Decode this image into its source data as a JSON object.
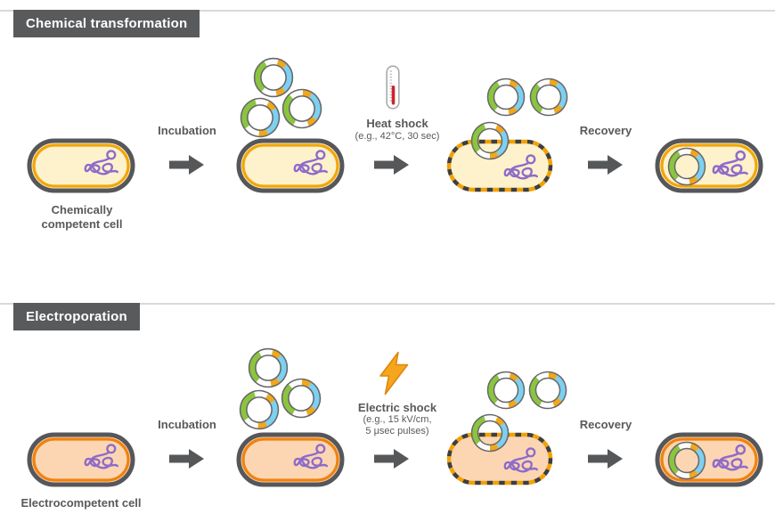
{
  "page": {
    "background": "#ffffff"
  },
  "palette": {
    "header_bg": "#595a5c",
    "header_text": "#ffffff",
    "divider": "#d9d9d9",
    "label_text": "#58595b",
    "outline_gray": "#56575a",
    "arrow": "#565759",
    "dna_purple": "#8e6bc9",
    "plasmid_green": "#8bc53f",
    "plasmid_blue": "#7ed0f0",
    "plasmid_orange": "#f1a71c",
    "chem_cell_fill": "#fdf2cc",
    "chem_cell_border": "#f2a60a",
    "electro_cell_fill": "#fcd6b3",
    "electro_cell_border": "#ef820f",
    "thermometer_red": "#c9252b",
    "bolt_fill": "#f6a51f"
  },
  "sections": [
    {
      "title": "Chemical transformation",
      "cell_label": "Chemically competent cell",
      "steps": {
        "incubation": "Incubation",
        "shock_title": "Heat shock",
        "shock_details": [
          "(e.g., 42°C, 30 sec)"
        ],
        "recovery": "Recovery"
      },
      "icons": [
        "thermometer-icon",
        "arrow-right-icon",
        "plasmid-icon",
        "genomic-dna-icon"
      ]
    },
    {
      "title": "Electroporation",
      "cell_label": "Electrocompetent cell",
      "steps": {
        "incubation": "Incubation",
        "shock_title": "Electric shock",
        "shock_details": [
          "(e.g., 15 kV/cm,",
          "5 μsec pulses)"
        ],
        "recovery": "Recovery"
      },
      "icons": [
        "lightning-bolt-icon",
        "arrow-right-icon",
        "plasmid-icon",
        "genomic-dna-icon"
      ]
    }
  ]
}
